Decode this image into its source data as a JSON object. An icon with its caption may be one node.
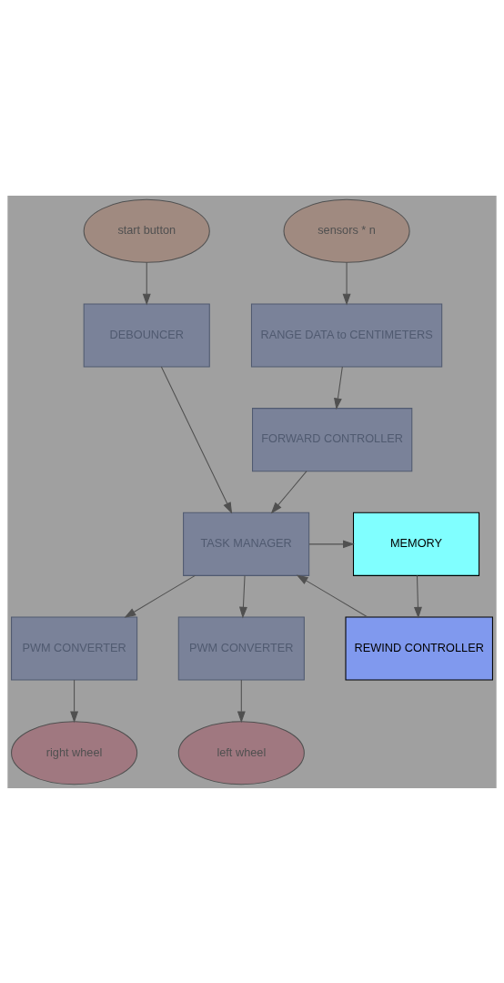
{
  "diagram": {
    "nodes": [
      {
        "text": [
          "start button"
        ]
      },
      {
        "text": [
          "sensors * n"
        ]
      },
      {
        "text": [
          "RANGE DATA to CENTIMETERS"
        ]
      },
      {
        "text": [
          "DEBOUNCER"
        ]
      },
      {
        "text": [
          "FORWARD CONTROLLER"
        ]
      },
      {
        "text": [
          "TASK MANAGER"
        ]
      },
      {
        "text": [
          "MEMORY"
        ]
      },
      {
        "text": [
          "REWIND CONTROLLER"
        ]
      },
      {
        "text": [
          "PWM CONVERTER"
        ]
      },
      {
        "text": [
          "PWM CONVERTER"
        ]
      },
      {
        "text": [
          "right wheel"
        ]
      },
      {
        "text": [
          "left wheel"
        ]
      }
    ],
    "edges": [
      {
        "from": 0,
        "to": 3,
        "arrow": "to"
      },
      {
        "from": 1,
        "to": 2,
        "arrow": "to"
      },
      {
        "from": 2,
        "to": 4,
        "arrow": "to"
      },
      {
        "from": 3,
        "to": 5,
        "arrow": "to"
      },
      {
        "from": 4,
        "to": 5,
        "arrow": "to"
      },
      {
        "from": 5,
        "to": 6,
        "arrow": "to"
      },
      {
        "from": 6,
        "to": 7,
        "arrow": "to"
      },
      {
        "from": 7,
        "to": 5,
        "arrow": "to"
      },
      {
        "from": 5,
        "to": 8,
        "arrow": "to"
      },
      {
        "from": 5,
        "to": 9,
        "arrow": "to"
      },
      {
        "from": 8,
        "to": 10,
        "arrow": "to"
      },
      {
        "from": 9,
        "to": 11,
        "arrow": "to"
      }
    ]
  }
}
